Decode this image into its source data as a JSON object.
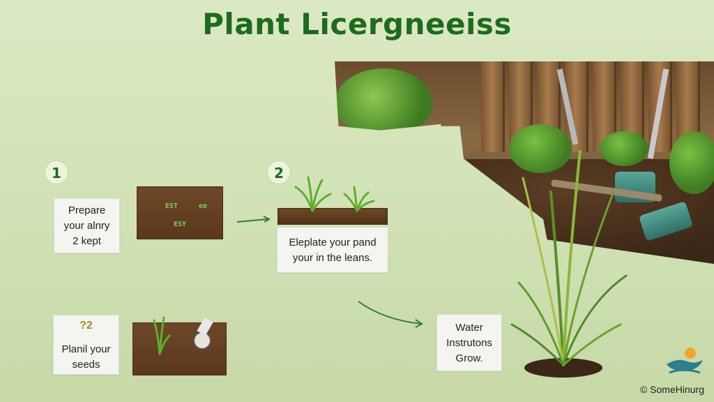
{
  "title": "Plant Licergneeiss",
  "steps": [
    {
      "number": "1",
      "label_lines": [
        "Prepare",
        "your alnry",
        "2 kept"
      ]
    },
    {
      "number": "2",
      "label_lines": [
        "Eleplate your pand",
        "your in the leans."
      ]
    },
    {
      "number": "",
      "label_lines": [
        "Planil your",
        "seeds"
      ]
    },
    {
      "number": "",
      "label_lines": [
        "Water",
        "Instrutons",
        "Grow."
      ]
    }
  ],
  "seed_labels": [
    "EST",
    "ee",
    "ESY"
  ],
  "seed_packets_label": "?2",
  "copyright": "© SomeHinurg",
  "logo_caption": "",
  "colors": {
    "title": "#1e6b1c",
    "background": "#d3e3b8",
    "soil": "#6e4727",
    "label_bg": "#f4f5f1"
  }
}
